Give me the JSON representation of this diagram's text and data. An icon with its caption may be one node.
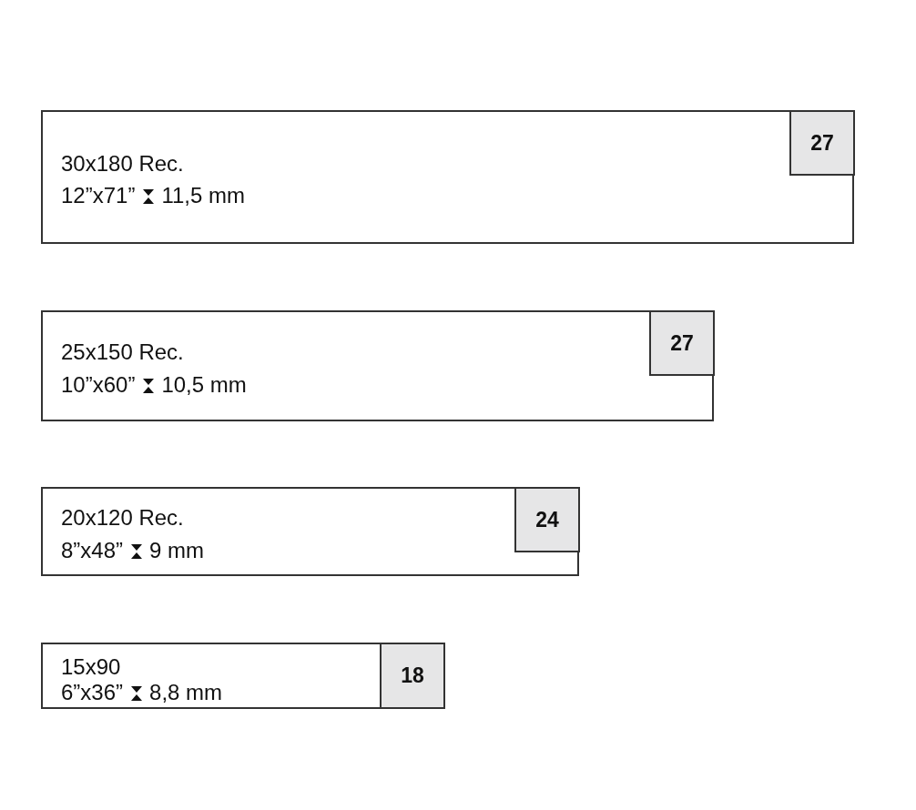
{
  "diagram": {
    "nodes": [
      {
        "text": [
          "30x180 Rec.",
          "12”x71”",
          "11,5 mm"
        ]
      },
      {
        "text": [
          "27"
        ],
        "in": 0
      },
      {
        "text": [
          "25x150 Rec.",
          "10”x60”",
          "10,5 mm"
        ]
      },
      {
        "text": [
          "27"
        ],
        "in": 2
      },
      {
        "text": [
          "20x120 Rec.",
          "8”x48”",
          "9 mm"
        ]
      },
      {
        "text": [
          "24"
        ],
        "in": 4
      },
      {
        "text": [
          "15x90",
          "6”x36”",
          "8,8 mm"
        ]
      },
      {
        "text": [
          "18"
        ],
        "in": 6
      }
    ],
    "edges": []
  }
}
